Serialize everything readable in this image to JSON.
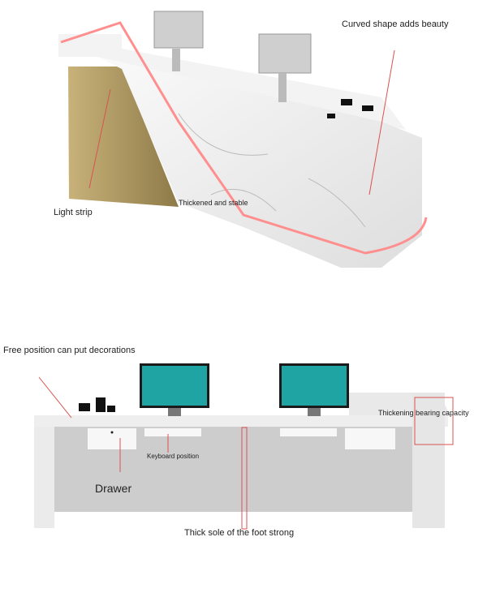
{
  "top_desk": {
    "labels": {
      "curved": "Curved shape adds beauty",
      "light_strip": "Light strip",
      "thickened": "Thickened and stable"
    }
  },
  "bottom_desk": {
    "labels": {
      "decorations": "Free position can put decorations",
      "bearing": "Thickening bearing capacity",
      "keyboard": "Keyboard position",
      "drawer": "Drawer",
      "sole": "Thick sole of the foot strong"
    }
  },
  "colors": {
    "accent_line": "#d9534f",
    "light_strip": "#ff9a9a",
    "marble": "#f1f1f1",
    "gold_panel": "#b49a5e",
    "screen": "#1fa3a3"
  }
}
